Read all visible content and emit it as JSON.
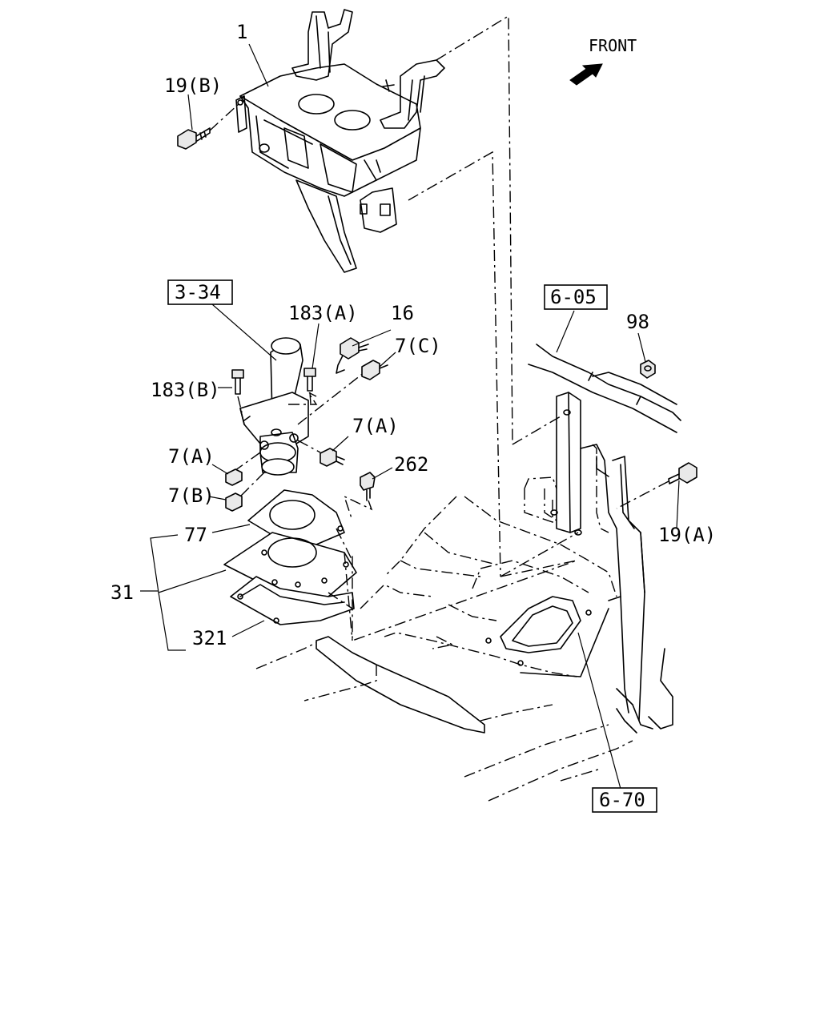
{
  "labels": {
    "front": "FRONT",
    "p1": "1",
    "p19b": "19(B)",
    "p3_34": "3-34",
    "p183a": "183(A)",
    "p16": "16",
    "p7c": "7(C)",
    "p183b": "183(B)",
    "p7a_right": "7(A)",
    "p7a_left": "7(A)",
    "p262": "262",
    "p7b": "7(B)",
    "p77": "77",
    "p31": "31",
    "p321": "321",
    "p6_05": "6-05",
    "p98": "98",
    "p19a": "19(A)",
    "p6_70": "6-70"
  },
  "icons": {
    "front_arrow": "arrow-front-icon"
  }
}
